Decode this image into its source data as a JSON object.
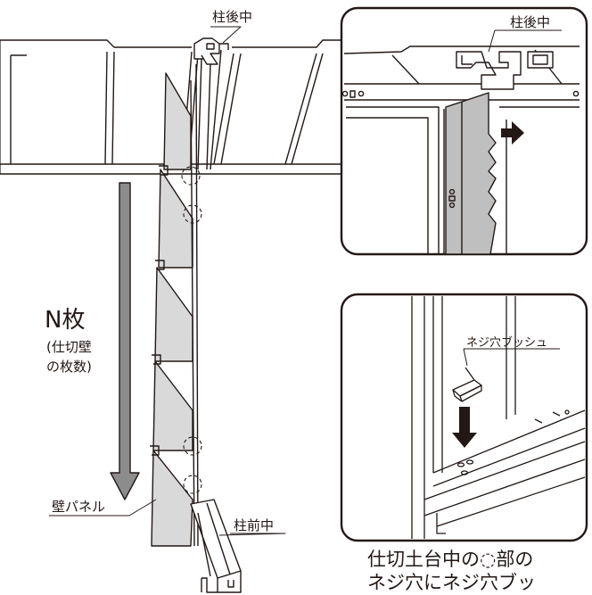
{
  "labels": {
    "post_back_center": "柱後中",
    "post_back_center_detail": "柱後中",
    "panel_count": "N枚",
    "panel_count_note_line1": "(仕切壁",
    "panel_count_note_line2": "の枚数)",
    "wall_panel": "壁パネル",
    "post_front_center": "柱前中",
    "screw_hole_bush": "ネジ穴ブッシュ"
  },
  "caption": {
    "line1": "仕切土台中の◌部の",
    "line2": "ネジ穴にネジ穴ブッ"
  },
  "colors": {
    "line": "#231815",
    "panel_fill": "#d9d9d9",
    "arrow_fill": "#8c8c8c",
    "dark_arrow": "#231815"
  },
  "icons": [
    "down-arrow-icon",
    "right-arrow-icon",
    "dashed-circle-icon"
  ]
}
